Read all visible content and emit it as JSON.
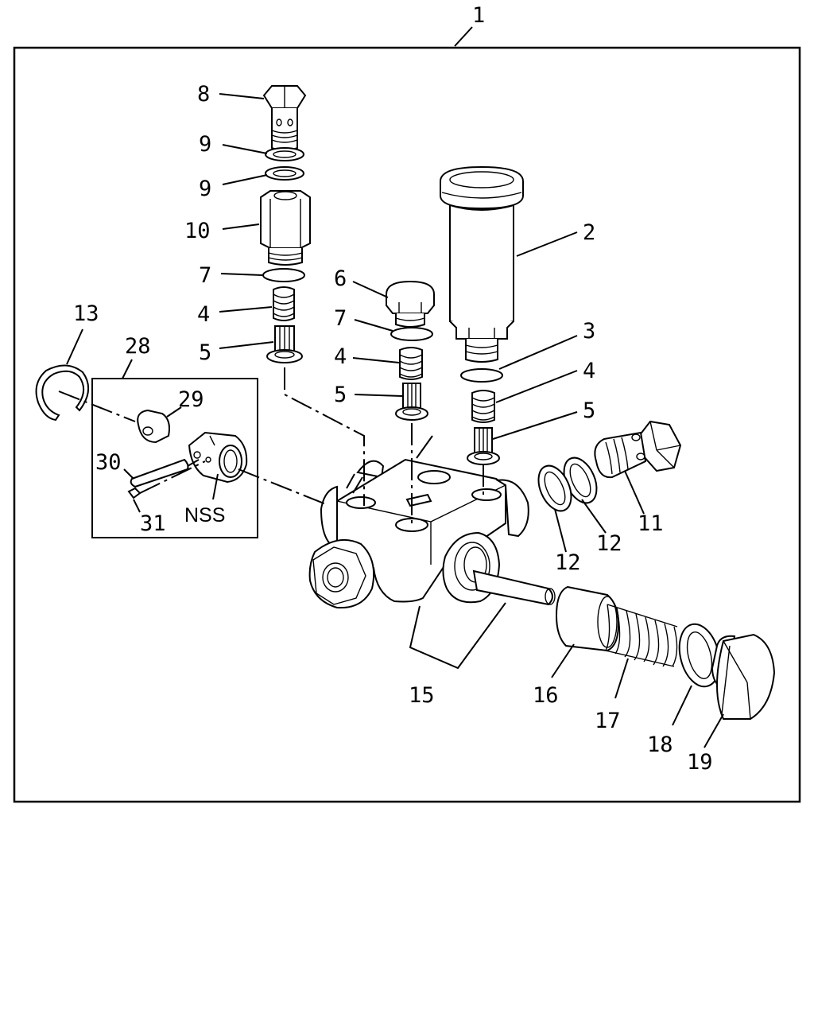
{
  "diagram": {
    "assembly_label": "1",
    "inset_label": "28",
    "labels": {
      "p2": "2",
      "p3": "3",
      "p4a": "4",
      "p4b": "4",
      "p4c": "4",
      "p5a": "5",
      "p5b": "5",
      "p5c": "5",
      "p6": "6",
      "p7a": "7",
      "p7b": "7",
      "p8": "8",
      "p9a": "9",
      "p9b": "9",
      "p10": "10",
      "p11": "11",
      "p12a": "12",
      "p12b": "12",
      "p13": "13",
      "p15": "15",
      "p16": "16",
      "p17": "17",
      "p18": "18",
      "p19": "19",
      "p29": "29",
      "p30": "30",
      "p31": "31",
      "nss": "NSS"
    }
  }
}
